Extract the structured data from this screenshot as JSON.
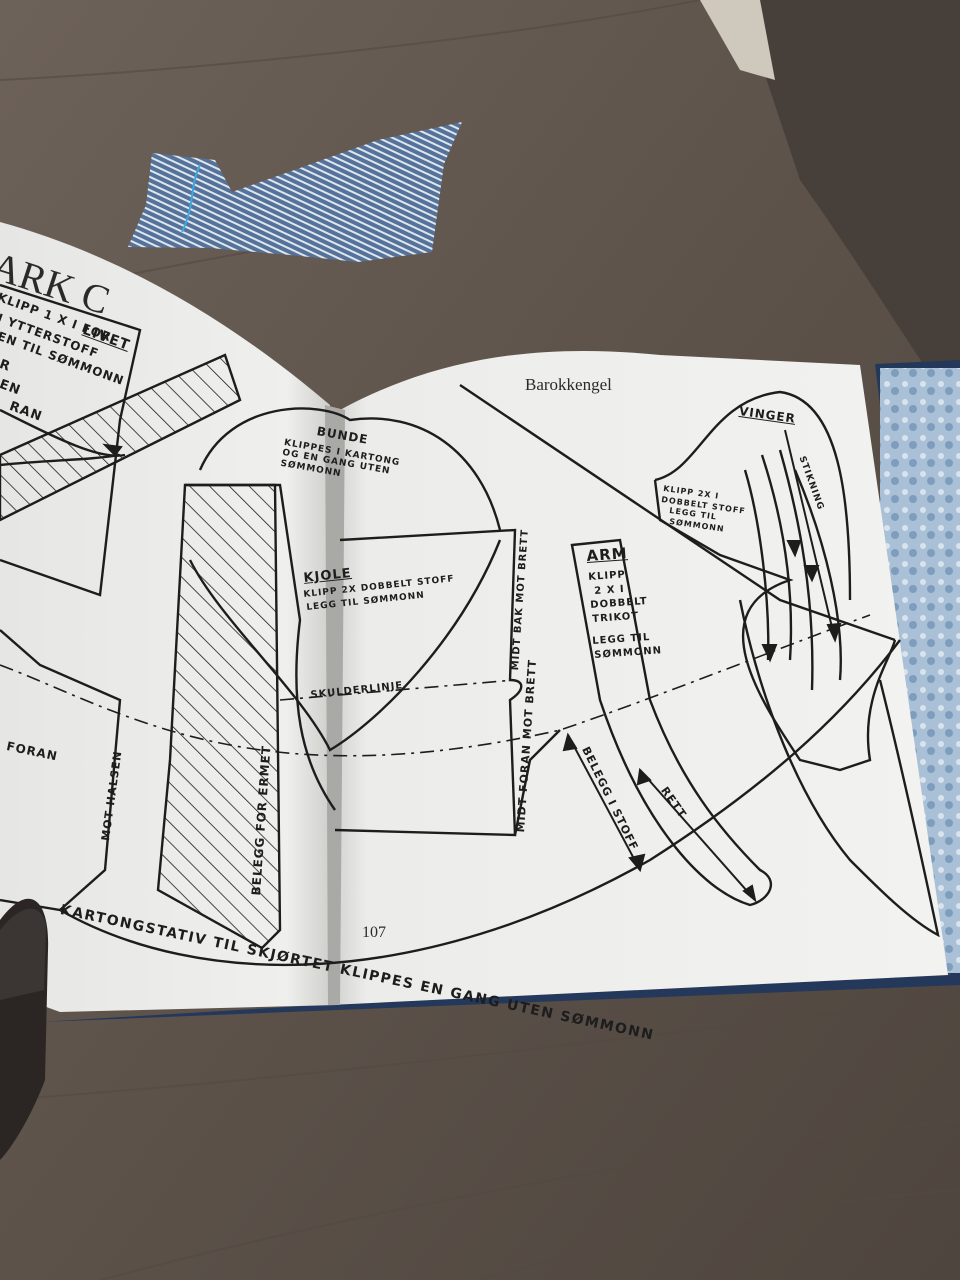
{
  "left_page": {
    "sheet_title": "ARK C",
    "page_number": "107",
    "labels": {
      "klipp_for_livet": "KLIPP 1 X I FOR",
      "livet": "LIVET",
      "ytterstoff": "I YTTERSTOFF",
      "til_somonn": "EN TIL SØMMONN",
      "frag_1": "R",
      "frag_2": "EN",
      "frag_3": "RAN",
      "bunad_title": "BUNDE",
      "bunad_note": "KLIPPES I KARTONG OG EN GANG UTEN SØMMONN",
      "kjole_title": "KJOLE",
      "kjole_note_1": "KLIPP 2X DOBBELT STOFF",
      "kjole_note_2": "LEGG TIL SØMMONN",
      "skuldrelinje": "SKULDERLINJE",
      "foran": "FORAN",
      "mot_halsen": "MOT HALSEN",
      "belegg_for_ermet": "BELEGG FOR ERMET",
      "kartong": "KARTONGSTATIV TIL SKJØRTET KLIPPES EN GANG UTEN SØMMONN"
    }
  },
  "right_page": {
    "header": "Barokkengel",
    "labels": {
      "midt_bak": "MIDT BAK MOT BRETT",
      "midt_foran": "MIDT FORAN MOT BRETT",
      "arm_title": "ARM",
      "arm_note": [
        "KLIPP",
        "2 X I",
        "DOBBELT",
        "TRIKOT",
        "",
        "LEGG TIL",
        "SØMMONN"
      ],
      "belegg_stoff": "BELEGG I STOFF",
      "rett": "RETT",
      "vinger_title": "VINGER",
      "vinger_note": [
        "KLIPP 2X I",
        "DOBBELT STOFF",
        "LEGG TIL",
        "SØMMONN"
      ],
      "stikning": "STIKNING"
    }
  },
  "colors": {
    "table": "#5f554d",
    "paper": "#eeeeec",
    "ink": "#1d1d1d",
    "denim": "#4d6b8f",
    "book_cover": "#23385a"
  }
}
